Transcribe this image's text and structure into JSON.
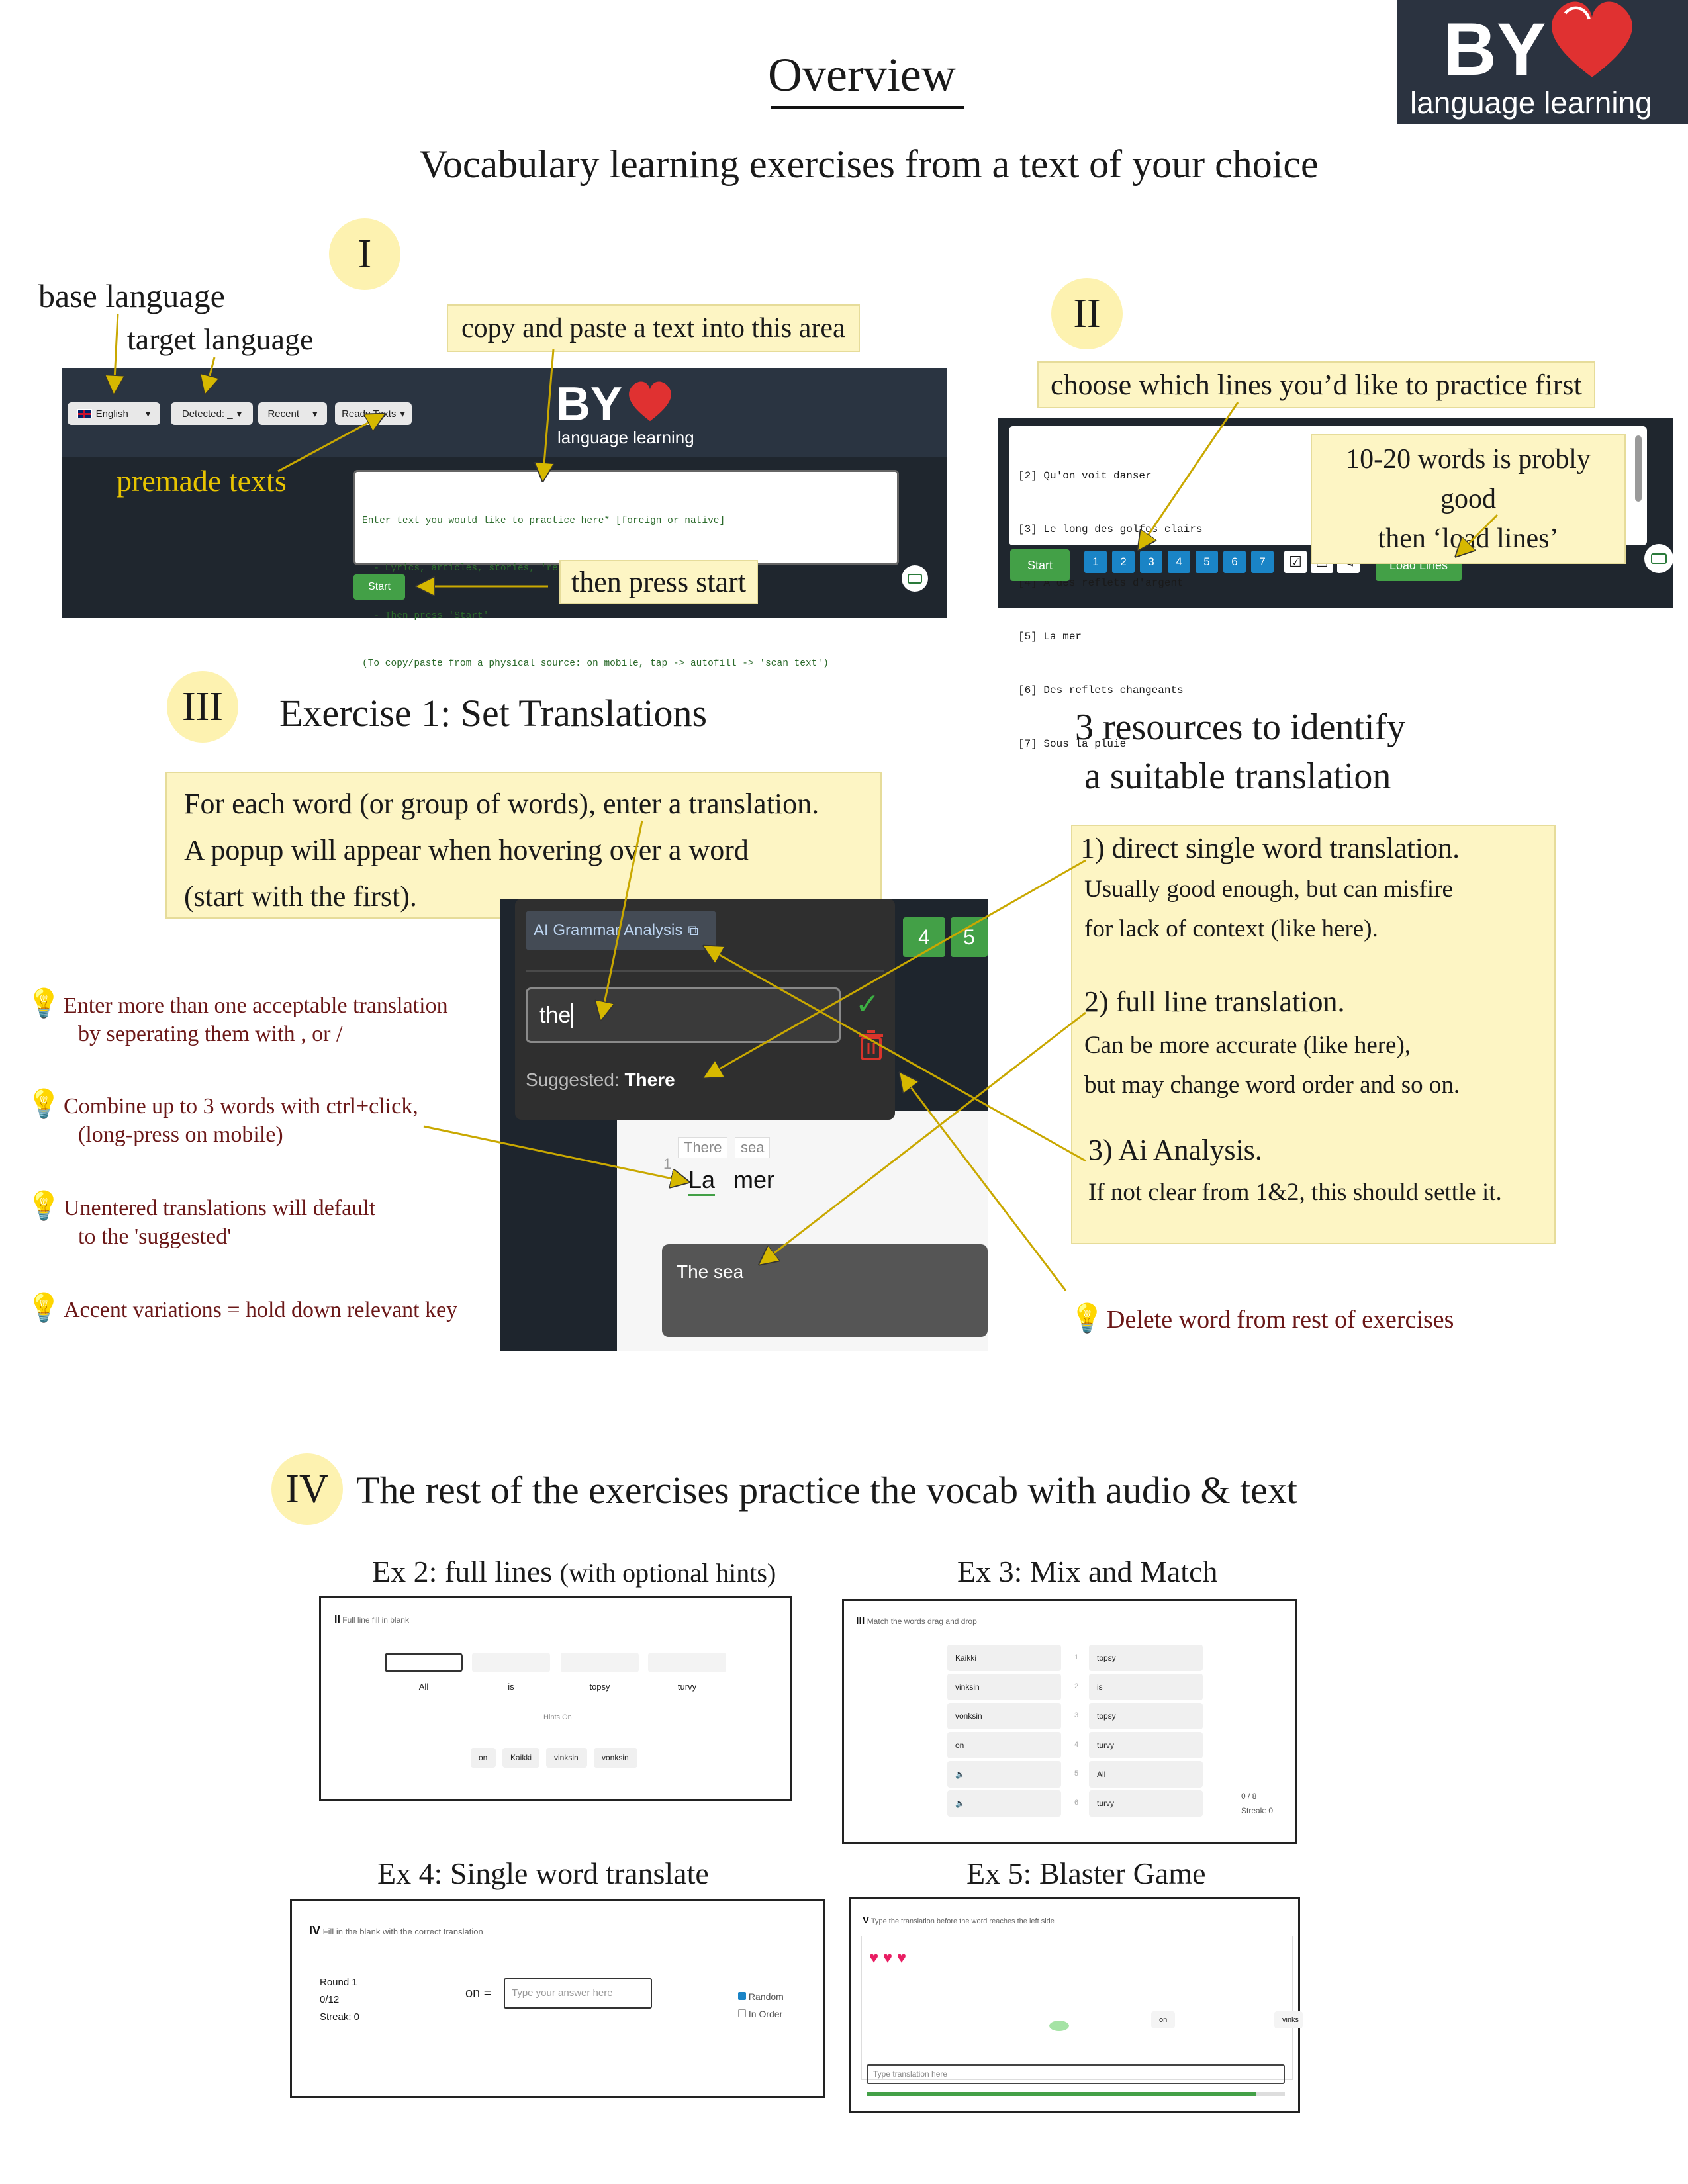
{
  "title": "Overview",
  "subtitle": "Vocabulary learning exercises from a text of your choice",
  "logo": {
    "brand": "BY",
    "tagline": "language learning",
    "bg": "#2b3340",
    "heart": "#e03131"
  },
  "section1": {
    "numeral": "I",
    "base_language_label": "base language",
    "target_language_label": "target language",
    "copy_paste_callout": "copy and paste a text into this area",
    "premade_label": "premade texts",
    "then_start_callout": "then press start",
    "app": {
      "lang_select": "English",
      "detected_select": "Detected: _",
      "recent_select": "Recent",
      "ready_texts_select": "Ready Texts",
      "logo_tagline": "language learning",
      "textarea_lines": [
        "Enter text you would like to practice here* [foreign or native]",
        "  - Lyrics, articles, stories, 'ready texts'(from menu), anything.",
        "  - Then press 'Start'",
        "(To copy/paste from a physical source: on mobile, tap -> autofill -> 'scan text')"
      ],
      "start_button": "Start"
    }
  },
  "section2": {
    "numeral": "II",
    "choose_callout": "choose which lines you’d like to practice first",
    "words_callout_line1": "10-20 words is probly good",
    "words_callout_line2": "then ‘load lines’",
    "lines": [
      "[2] Qu'on voit danser",
      "[3] Le long des golfes clairs",
      "[4] A des reflets d'argent",
      "[5] La mer",
      "[6] Des reflets changeants",
      "[7] Sous la pluie"
    ],
    "start_button": "Start",
    "line_numbers": [
      "1",
      "2",
      "3",
      "4",
      "5",
      "6",
      "7"
    ],
    "icon_checked": "☑",
    "icon_unchecked": "☐",
    "icon_share": "⊲",
    "load_lines_button": "Load Lines"
  },
  "section3": {
    "numeral": "III",
    "heading": "Exercise 1: Set Translations",
    "instructions": [
      "For each word (or group of words), enter a translation.",
      "A popup will appear when hovering over a word",
      "(start with the first)."
    ],
    "popup": {
      "ai_button": "AI Grammar Analysis",
      "input_value": "the",
      "suggested_label": "Suggested:",
      "suggested_value": "There",
      "tile_4": "4",
      "tile_5": "5"
    },
    "word_tile": {
      "line_number": "1",
      "hint_1": "There",
      "hint_2": "sea",
      "word_1": "La",
      "word_2": "mer",
      "full_line_translation": "The sea"
    },
    "tips": [
      {
        "line1": "Enter more than one acceptable translation",
        "line2": "by seperating them with , or /"
      },
      {
        "line1": "Combine up to 3 words with ctrl+click,",
        "line2": "(long-press on mobile)"
      },
      {
        "line1": "Unentered translations will default",
        "line2": "to the 'suggested'"
      },
      {
        "line1": "Accent variations = hold down relevant key",
        "line2": ""
      }
    ],
    "resources_heading_line1": "3 resources to identify",
    "resources_heading_line2": "a suitable translation",
    "resources": {
      "r1_title": "1) direct single word translation.",
      "r1_line1": "Usually good enough, but can misfire",
      "r1_line2": "for lack of context (like here).",
      "r2_title": "2) full line translation.",
      "r2_line1": "Can be more accurate (like here),",
      "r2_line2": "but may change word order and so on.",
      "r3_title": "3) Ai Analysis.",
      "r3_line1": "If not clear from 1&2, this should settle it."
    },
    "delete_tip": "Delete word from rest of exercises"
  },
  "section4": {
    "numeral": "IV",
    "heading": "The rest of the exercises practice the vocab with audio & text",
    "ex2": {
      "caption": "Ex 2: full lines",
      "caption_small": "(with optional hints)",
      "mark": "II",
      "title": "Full line fill in blank",
      "words": [
        "All",
        "is",
        "topsy",
        "turvy"
      ],
      "hints_label": "Hints On",
      "hint_chips": [
        "on",
        "Kaikki",
        "vinksin",
        "vonksin"
      ]
    },
    "ex3": {
      "caption": "Ex 3: Mix and Match",
      "mark": "III",
      "title": "Match the words drag and drop",
      "left": [
        "Kaikki",
        "vinksin",
        "vonksin",
        "on",
        "🔉",
        "🔉"
      ],
      "numbers": [
        "1",
        "2",
        "3",
        "4",
        "5",
        "6"
      ],
      "right": [
        "topsy",
        "is",
        "topsy",
        "turvy",
        "All",
        "turvy"
      ],
      "score": "0 / 8",
      "streak": "Streak: 0"
    },
    "ex4": {
      "caption": "Ex 4: Single word translate",
      "mark": "IV",
      "title": "Fill in the blank with the correct translation",
      "round": "Round 1",
      "progress": "0/12",
      "streak": "Streak: 0",
      "prompt": "on =",
      "placeholder": "Type your answer here",
      "opt_random": "Random",
      "opt_inorder": "In Order"
    },
    "ex5": {
      "caption": "Ex 5: Blaster Game",
      "mark": "V",
      "title": "Type the translation before the word reaches the left side",
      "hearts": "♥ ♥ ♥",
      "word1": "on",
      "word2": "vinks",
      "placeholder": "Type translation here",
      "progress": 0.93
    }
  }
}
